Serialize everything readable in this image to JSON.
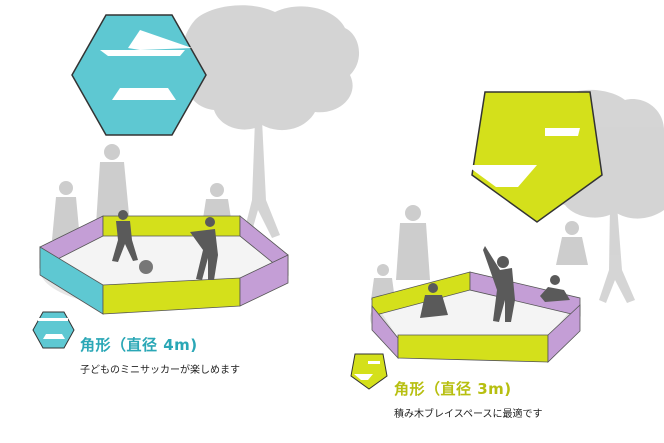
{
  "colors": {
    "teal": "#5ec8d2",
    "lime": "#d4e01b",
    "lavender": "#c49ed6",
    "silhouette": "#c7c7c7",
    "figure": "#5a5a5a",
    "ground": "#dcdcdc"
  },
  "hexagon": {
    "badge_icon": "six-badge-icon",
    "small_badge_icon": "six-small-badge-icon",
    "title": "角形（直径 4m)",
    "description": "子どものミニサッカーが楽しめます"
  },
  "pentagon": {
    "badge_icon": "five-badge-icon",
    "small_badge_icon": "five-small-badge-icon",
    "title": "角形（直径 3m)",
    "description": "積み木ブレイスペースに最適です"
  }
}
